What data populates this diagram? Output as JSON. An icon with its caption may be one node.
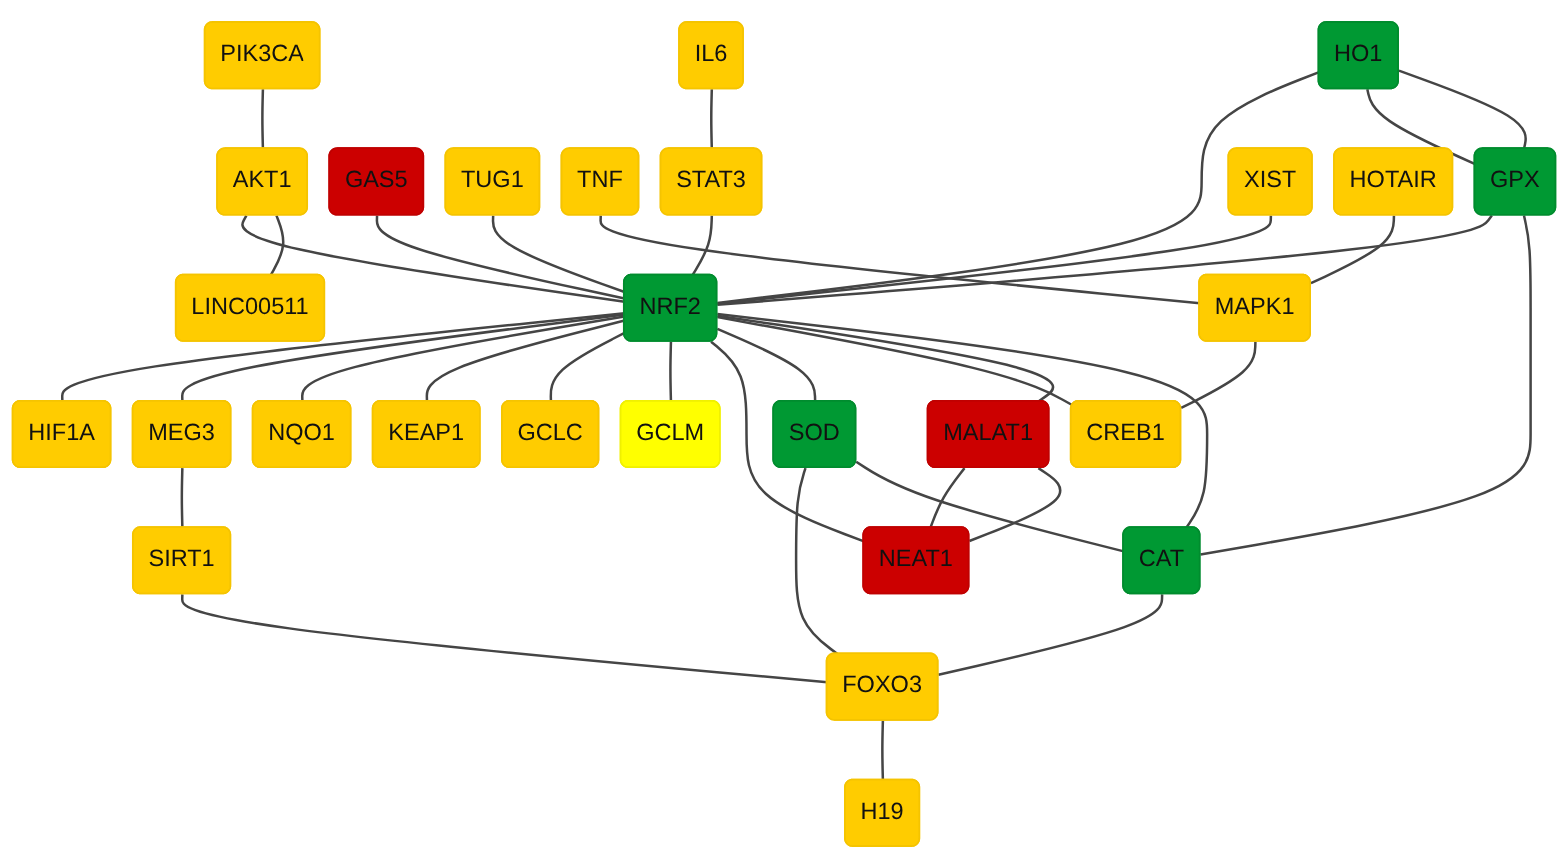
{
  "diagram": {
    "nodes": [
      {
        "text": [
          "PIK3CA"
        ]
      },
      {
        "text": [
          "AKT1"
        ]
      },
      {
        "text": [
          "LINC00511"
        ]
      },
      {
        "text": [
          "GAS5"
        ]
      },
      {
        "text": [
          "HO1"
        ]
      },
      {
        "text": [
          "TUG1"
        ]
      },
      {
        "text": [
          "TNF"
        ]
      },
      {
        "text": [
          "STAT3"
        ]
      },
      {
        "text": [
          "GPX"
        ]
      },
      {
        "text": [
          "XIST"
        ]
      },
      {
        "text": [
          "MAPK1"
        ]
      },
      {
        "text": [
          "HOTAIR"
        ]
      },
      {
        "text": [
          "IL6"
        ]
      },
      {
        "text": [
          "CAT"
        ]
      },
      {
        "text": [
          "NRF2"
        ]
      },
      {
        "text": [
          "MALAT1"
        ]
      },
      {
        "text": [
          "CREB1"
        ]
      },
      {
        "text": [
          "SOD"
        ]
      },
      {
        "text": [
          "FOXO3"
        ]
      },
      {
        "text": [
          "NEAT1"
        ]
      },
      {
        "text": [
          "GCLM"
        ]
      },
      {
        "text": [
          "H19"
        ]
      },
      {
        "text": [
          "HIF1A"
        ]
      },
      {
        "text": [
          "NQO1"
        ]
      },
      {
        "text": [
          "GCLC"
        ]
      },
      {
        "text": [
          "MEG3"
        ]
      },
      {
        "text": [
          "SIRT1"
        ]
      },
      {
        "text": [
          "KEAP1"
        ]
      }
    ],
    "edges": [
      {
        "from": 0,
        "to": 1,
        "arrow": "none"
      },
      {
        "from": 1,
        "to": 2,
        "arrow": "none"
      },
      {
        "from": 1,
        "to": 14,
        "arrow": "none"
      },
      {
        "from": 3,
        "to": 14,
        "arrow": "none"
      },
      {
        "from": 4,
        "to": 8,
        "arrow": "none"
      },
      {
        "from": 4,
        "to": 8,
        "arrow": "none"
      },
      {
        "from": 4,
        "to": 14,
        "arrow": "none"
      },
      {
        "from": 5,
        "to": 14,
        "arrow": "none"
      },
      {
        "from": 6,
        "to": 10,
        "arrow": "none"
      },
      {
        "from": 12,
        "to": 7,
        "arrow": "none"
      },
      {
        "from": 7,
        "to": 14,
        "arrow": "none"
      },
      {
        "from": 8,
        "to": 13,
        "arrow": "none"
      },
      {
        "from": 8,
        "to": 14,
        "arrow": "none"
      },
      {
        "from": 9,
        "to": 14,
        "arrow": "none"
      },
      {
        "from": 11,
        "to": 10,
        "arrow": "none"
      },
      {
        "from": 10,
        "to": 16,
        "arrow": "none"
      },
      {
        "from": 14,
        "to": 13,
        "arrow": "none"
      },
      {
        "from": 17,
        "to": 13,
        "arrow": "none"
      },
      {
        "from": 13,
        "to": 18,
        "arrow": "none"
      },
      {
        "from": 14,
        "to": 15,
        "arrow": "none"
      },
      {
        "from": 14,
        "to": 16,
        "arrow": "none"
      },
      {
        "from": 14,
        "to": 17,
        "arrow": "none"
      },
      {
        "from": 14,
        "to": 19,
        "arrow": "none"
      },
      {
        "from": 14,
        "to": 20,
        "arrow": "none"
      },
      {
        "from": 14,
        "to": 24,
        "arrow": "none"
      },
      {
        "from": 14,
        "to": 27,
        "arrow": "none"
      },
      {
        "from": 14,
        "to": 23,
        "arrow": "none"
      },
      {
        "from": 14,
        "to": 25,
        "arrow": "none"
      },
      {
        "from": 14,
        "to": 22,
        "arrow": "none"
      },
      {
        "from": 15,
        "to": 19,
        "arrow": "none"
      },
      {
        "from": 15,
        "to": 19,
        "arrow": "none"
      },
      {
        "from": 17,
        "to": 18,
        "arrow": "none"
      },
      {
        "from": 18,
        "to": 21,
        "arrow": "none"
      },
      {
        "from": 26,
        "to": 18,
        "arrow": "none"
      },
      {
        "from": 25,
        "to": 26,
        "arrow": "none"
      }
    ]
  }
}
